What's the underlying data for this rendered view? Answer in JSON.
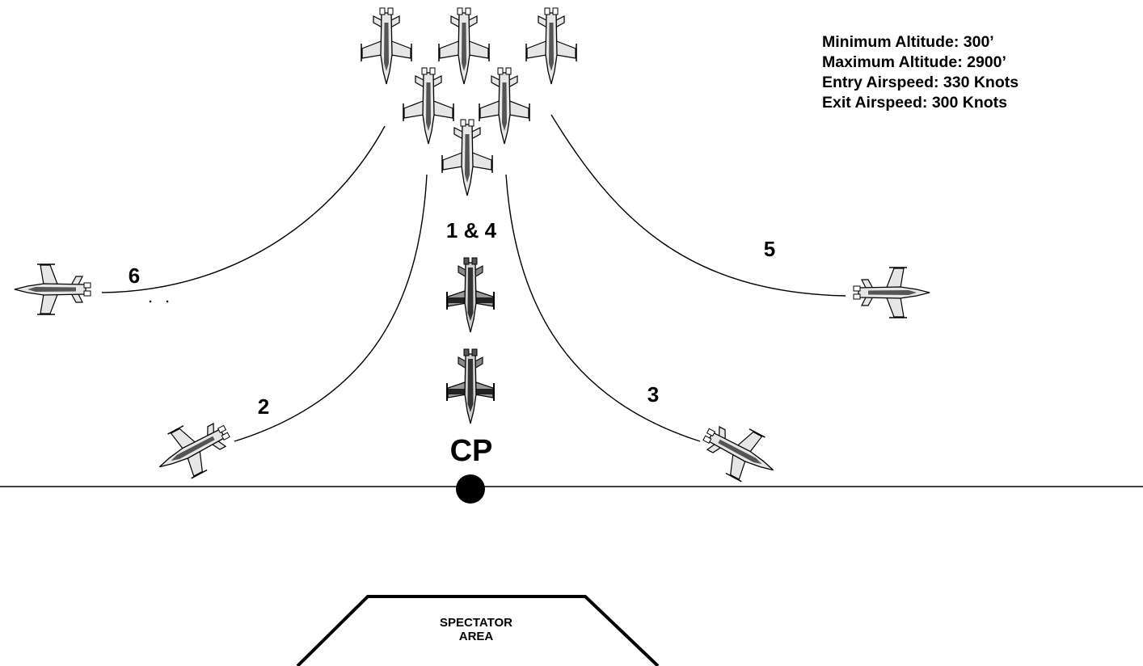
{
  "info": {
    "min_altitude": "Minimum Altitude: 300’",
    "max_altitude": "Maximum Altitude: 2900’",
    "entry_airspeed": "Entry Airspeed:  330 Knots",
    "exit_airspeed": "Exit Airspeed: 300 Knots"
  },
  "labels": {
    "center": "1 & 4",
    "jet2": "2",
    "jet3": "3",
    "jet5": "5",
    "jet6": "6",
    "cp": "CP"
  },
  "spectator": {
    "line1": "SPECTATOR",
    "line2": "AREA"
  },
  "colors": {
    "jet_fill": "#e8e8e8",
    "jet_dark": "#555555",
    "line": "#000000"
  }
}
